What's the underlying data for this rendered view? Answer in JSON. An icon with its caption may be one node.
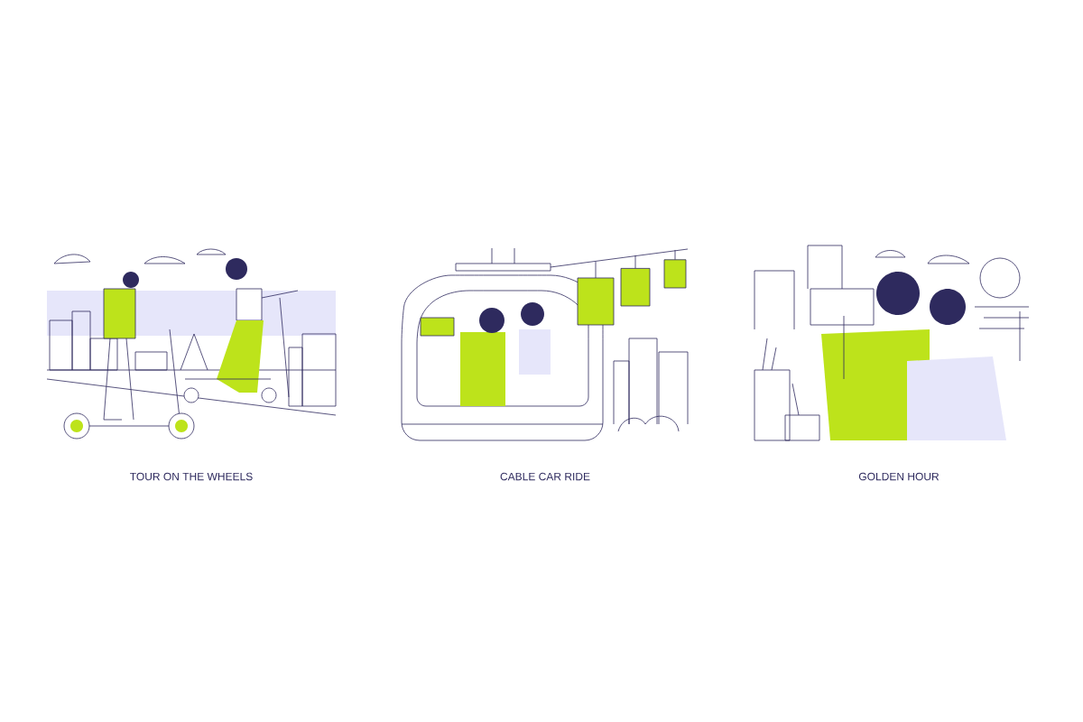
{
  "diagram": {
    "labels": [
      "TOUR ON THE WHEELS",
      "CABLE CAR RIDE",
      "GOLDEN HOUR"
    ]
  }
}
